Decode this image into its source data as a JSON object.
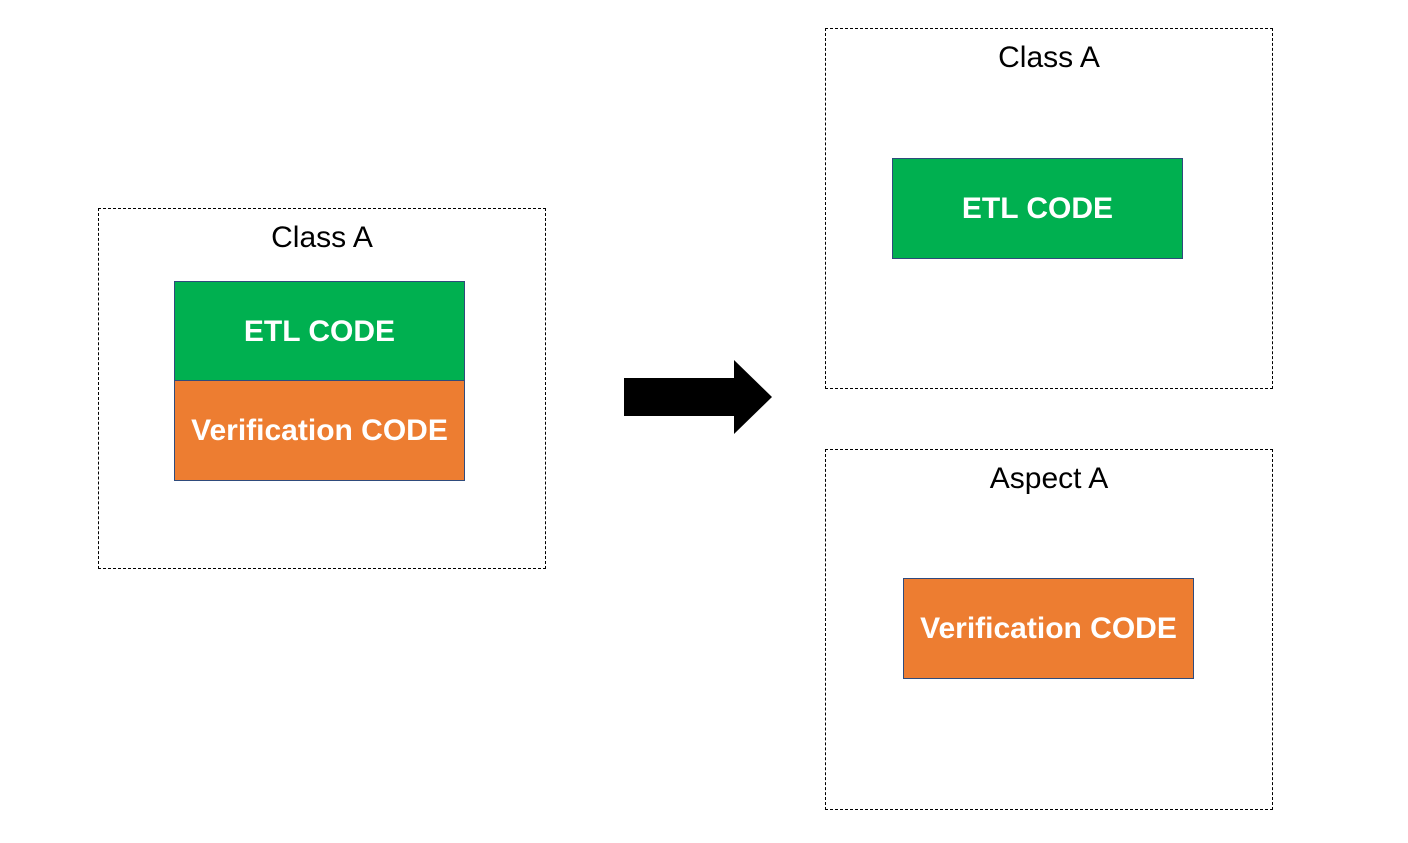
{
  "diagram": {
    "left_container": {
      "title": "Class A",
      "blocks": [
        {
          "label": "ETL CODE",
          "color": "#00B050"
        },
        {
          "label": "Verification CODE",
          "color": "#ED7D31"
        }
      ]
    },
    "right_top_container": {
      "title": "Class A",
      "block": {
        "label": "ETL CODE",
        "color": "#00B050"
      }
    },
    "right_bottom_container": {
      "title": "Aspect A",
      "block": {
        "label": "Verification CODE",
        "color": "#ED7D31"
      }
    },
    "arrow": {
      "icon": "right-arrow-icon",
      "color": "#000000"
    },
    "colors": {
      "etl": "#00B050",
      "verification": "#ED7D31",
      "block_border": "#2F4B7C"
    }
  }
}
